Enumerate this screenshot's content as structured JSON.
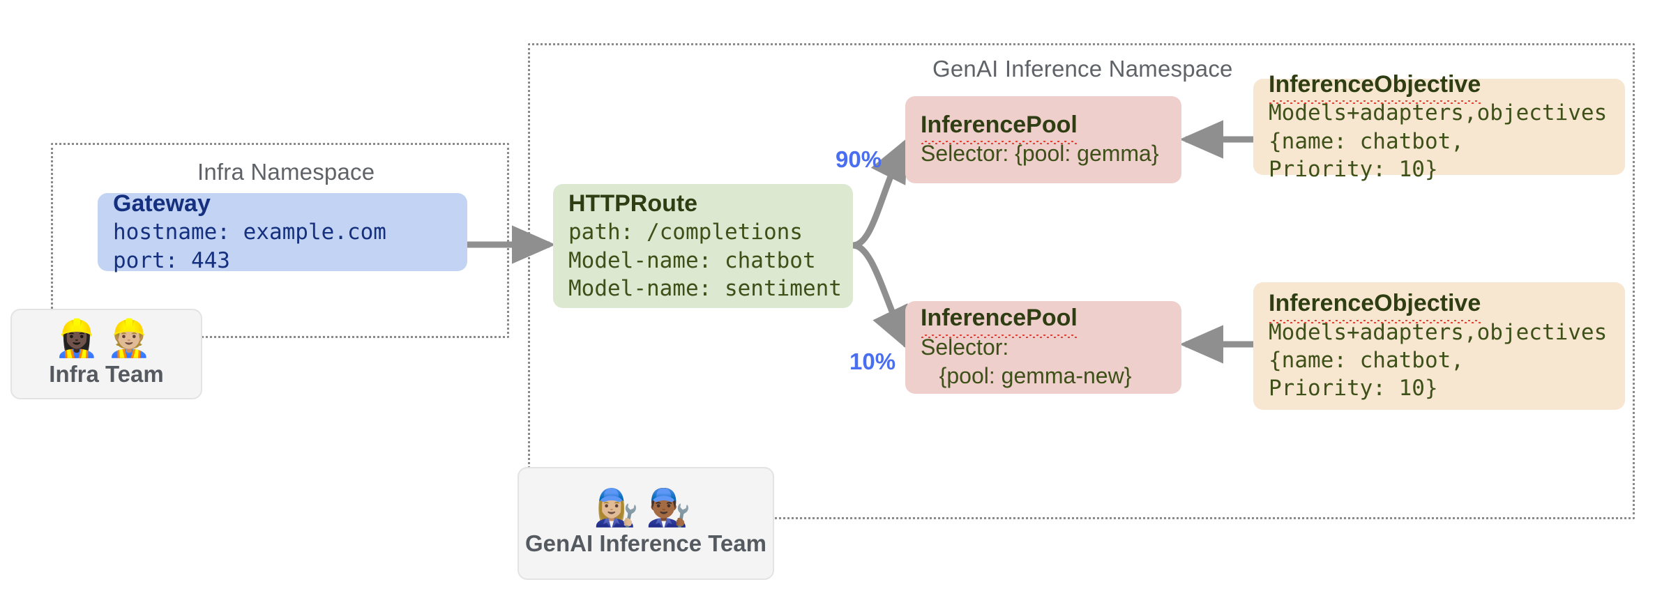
{
  "namespaces": [
    {
      "id": "infra",
      "title": "Infra Namespace"
    },
    {
      "id": "genai",
      "title": "GenAI Inference Namespace"
    }
  ],
  "gateway": {
    "title": "Gateway",
    "lines": [
      "hostname: example.com",
      "port: 443"
    ]
  },
  "httproute": {
    "title": "HTTPRoute",
    "lines": [
      "path: /completions",
      "Model-name: chatbot",
      "Model-name: sentiment"
    ]
  },
  "pools": [
    {
      "title": "InferencePool",
      "lines": [
        "Selector: {pool: gemma}"
      ],
      "weight": "90%"
    },
    {
      "title": "InferencePool",
      "lines": [
        "Selector:",
        "   {pool: gemma-new}"
      ],
      "weight": "10%"
    }
  ],
  "objectives": [
    {
      "title": "InferenceObjective",
      "lines": [
        "Models+adapters,objectives",
        "{name: chatbot,",
        "Priority: 10}"
      ]
    },
    {
      "title": "InferenceObjective",
      "lines": [
        "Models+adapters,objectives",
        "{name: chatbot,",
        "Priority: 10}"
      ]
    }
  ],
  "teams": [
    {
      "name": "Infra Team",
      "faces": "👷🏿‍♀️👷🏼"
    },
    {
      "name": "GenAI Inference Team",
      "faces": "👩🏼‍🔧👨🏾‍🔧"
    }
  ],
  "colors": {
    "gateway_fill": "#c3d3f3",
    "gateway_text": "#14307e",
    "httproute_fill": "#dde8d1",
    "pool_fill": "#efcfcb",
    "objective_fill": "#f7e7d0",
    "resource_text": "#2f3d13",
    "weight_label": "#4a6ef0",
    "arrow": "#8f8f8f",
    "namespace_border": "#8a8a8a",
    "team_fill": "#f4f4f4"
  }
}
